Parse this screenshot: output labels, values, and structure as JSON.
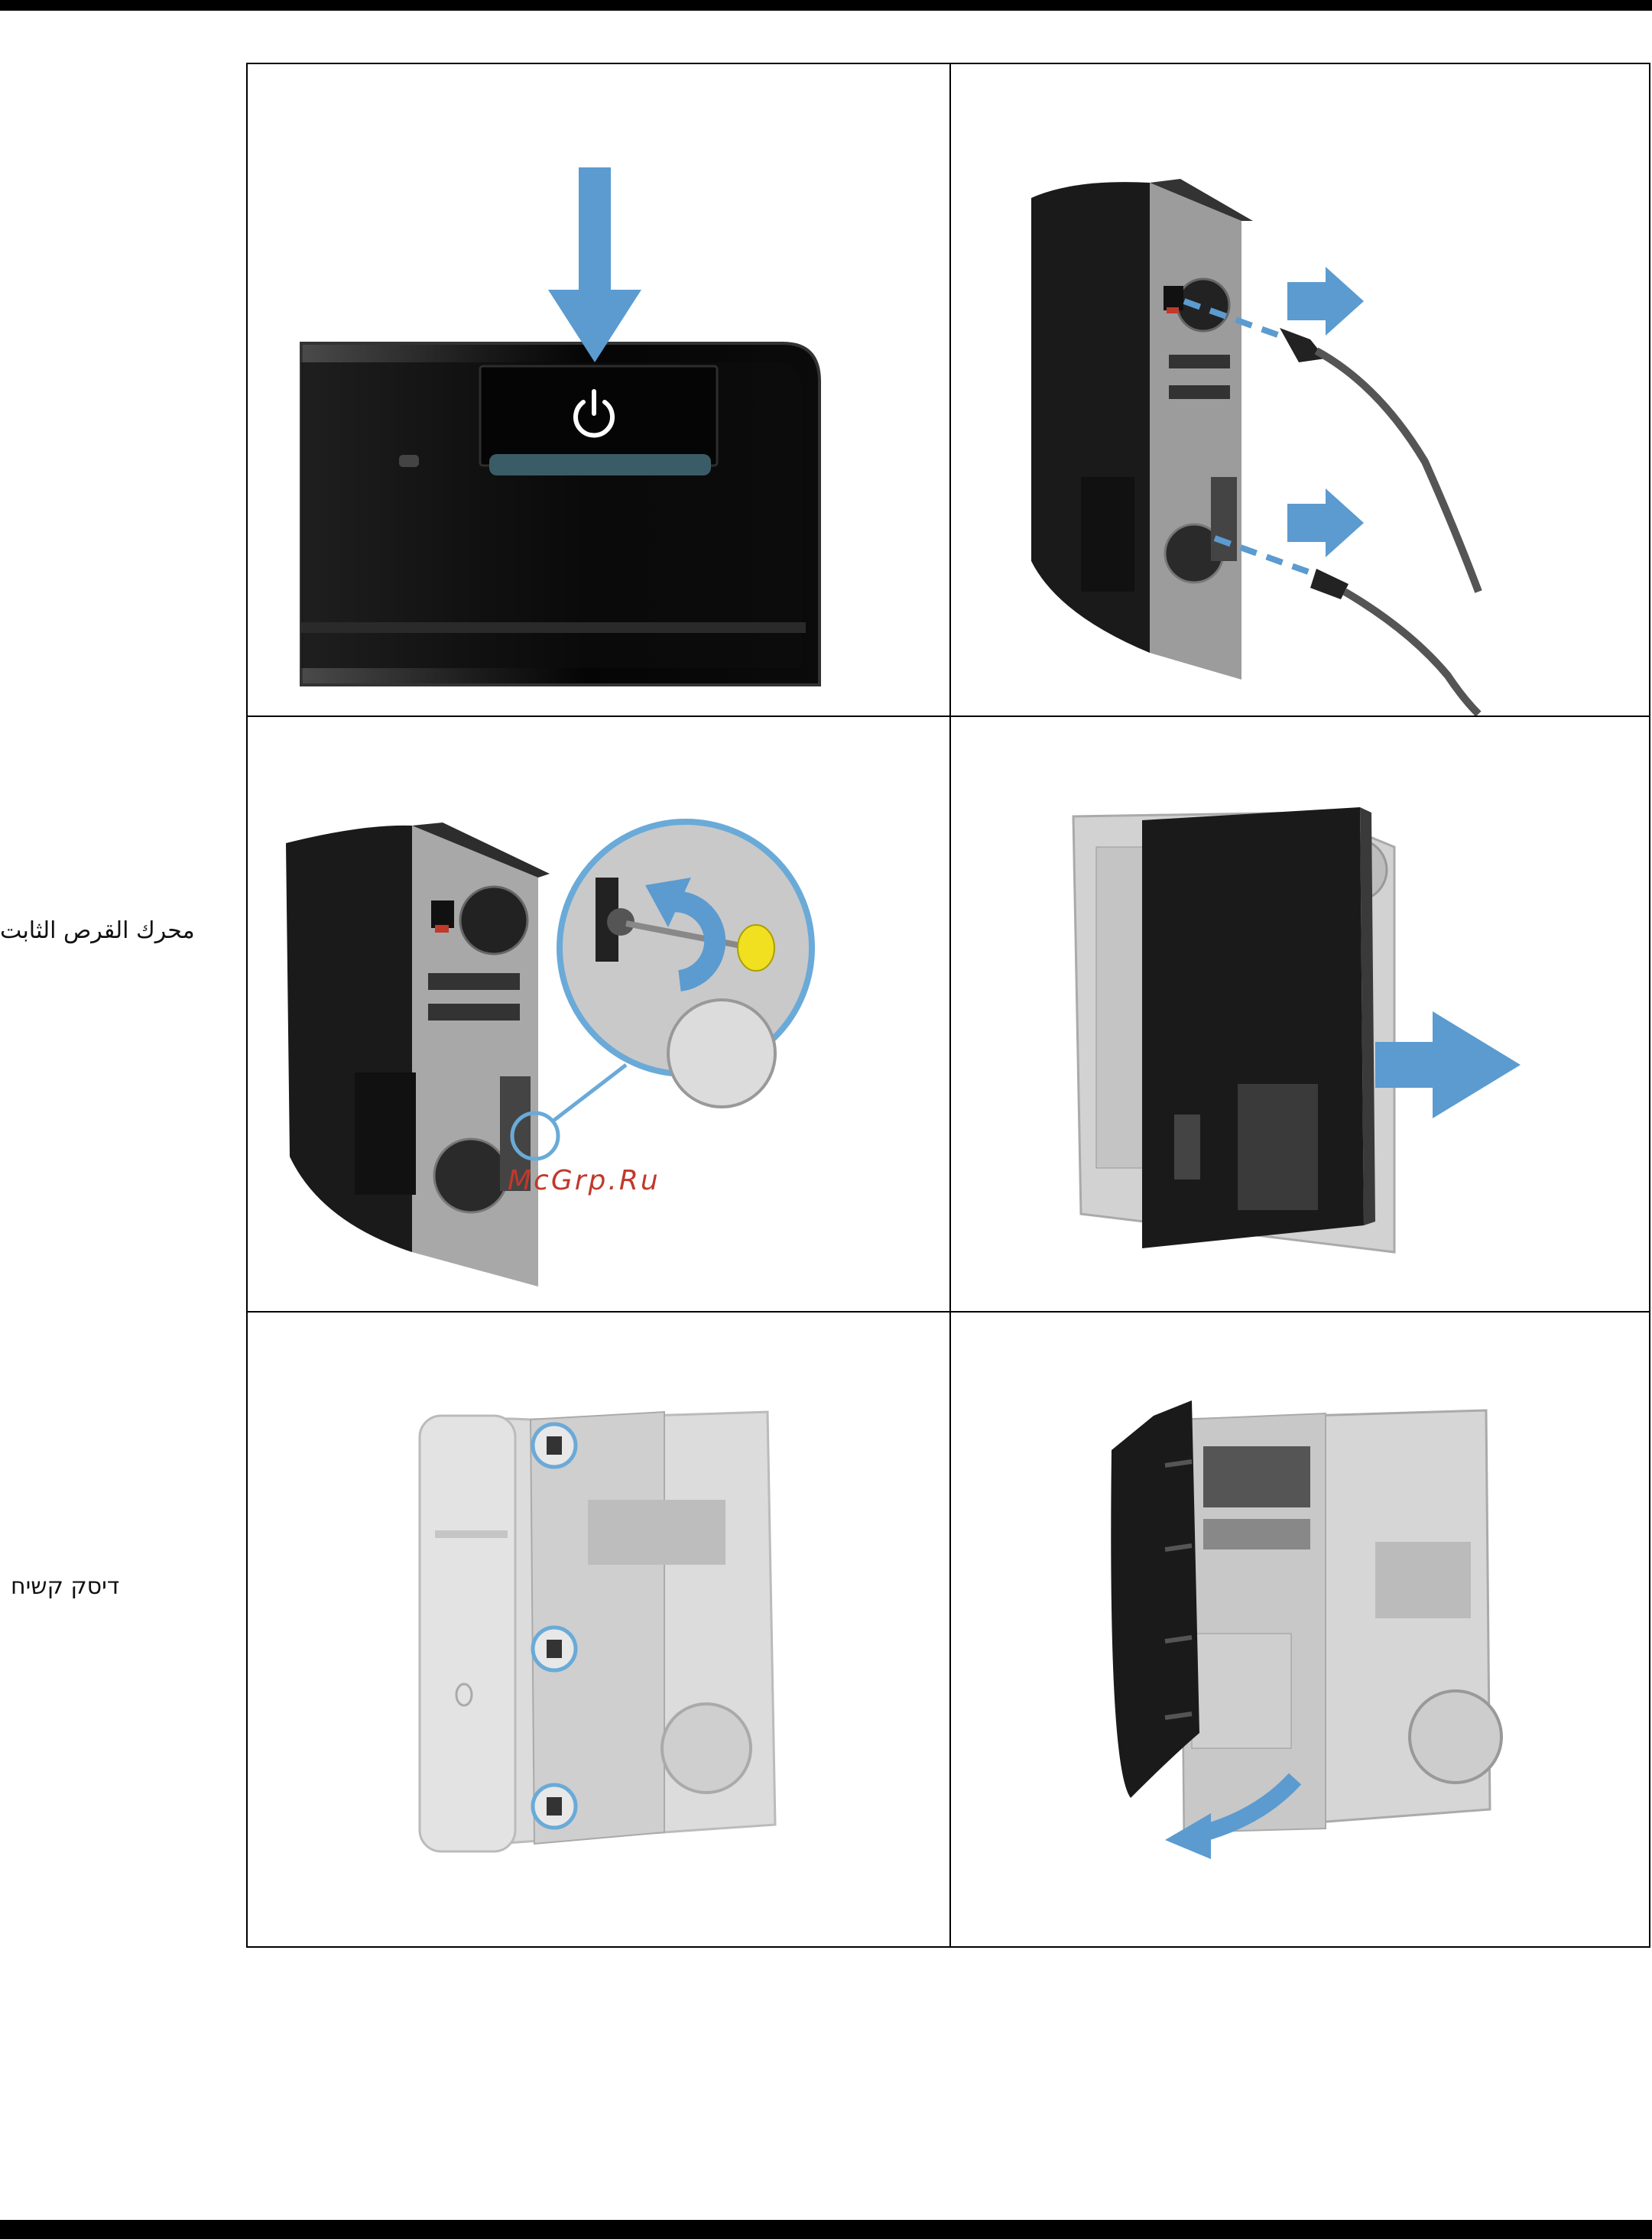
{
  "labels": {
    "arabic": "محرك القرص الثابت",
    "hebrew": "דיסק קשיח"
  },
  "watermark": "McGrp.Ru",
  "colors": {
    "arrow": "#5b9bd0",
    "case": "#1a1a1a",
    "callout": "#6aaad8",
    "screwdriver": "#f0e020",
    "chassis_grey": "#b8b8b8"
  },
  "steps": [
    {
      "icon": "power-button-press-icon"
    },
    {
      "icon": "unplug-cables-icon"
    },
    {
      "icon": "remove-thumbscrew-icon"
    },
    {
      "icon": "slide-off-side-panel-icon"
    },
    {
      "icon": "front-bezel-tabs-icon"
    },
    {
      "icon": "remove-front-bezel-icon"
    }
  ]
}
